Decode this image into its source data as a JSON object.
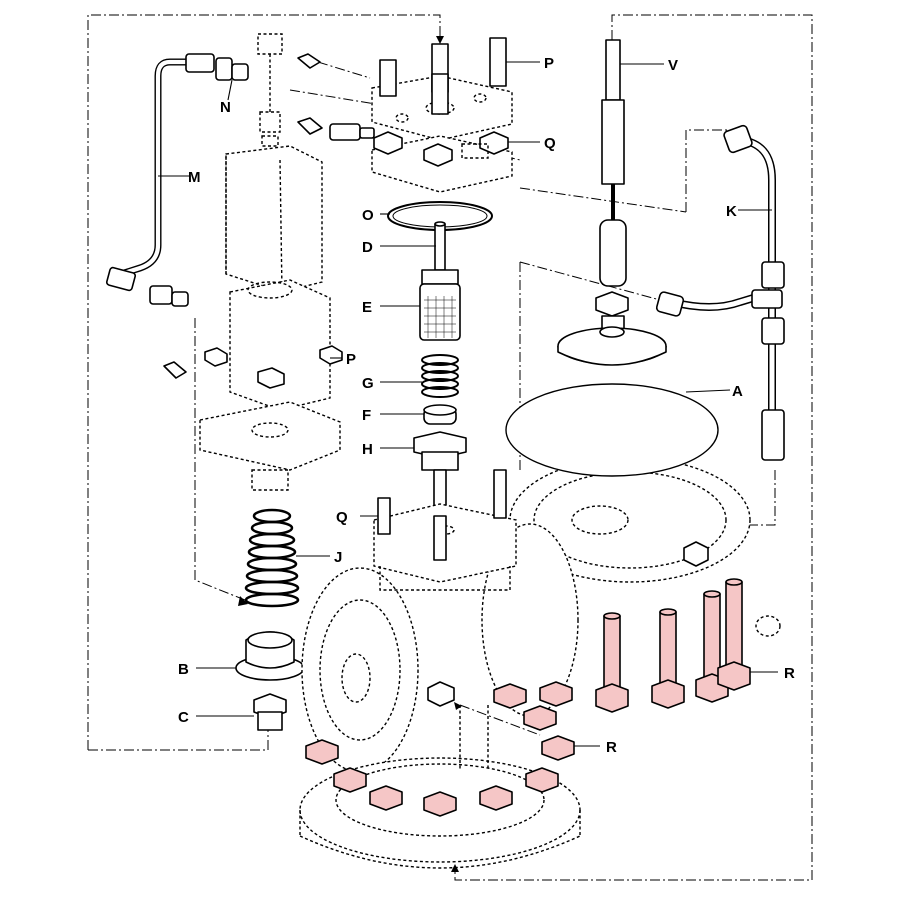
{
  "labels": {
    "A": "A",
    "B": "B",
    "C": "C",
    "D": "D",
    "E": "E",
    "F": "F",
    "G": "G",
    "H": "H",
    "J": "J",
    "K": "K",
    "M": "M",
    "N": "N",
    "O": "O",
    "P_top": "P",
    "P_mid": "P",
    "Q_top": "Q",
    "Q_mid": "Q",
    "R_bolts": "R",
    "R_nuts": "R",
    "V": "V"
  },
  "colors": {
    "line": "#000000",
    "highlight": "#f5c6c6",
    "background": "#ffffff"
  }
}
